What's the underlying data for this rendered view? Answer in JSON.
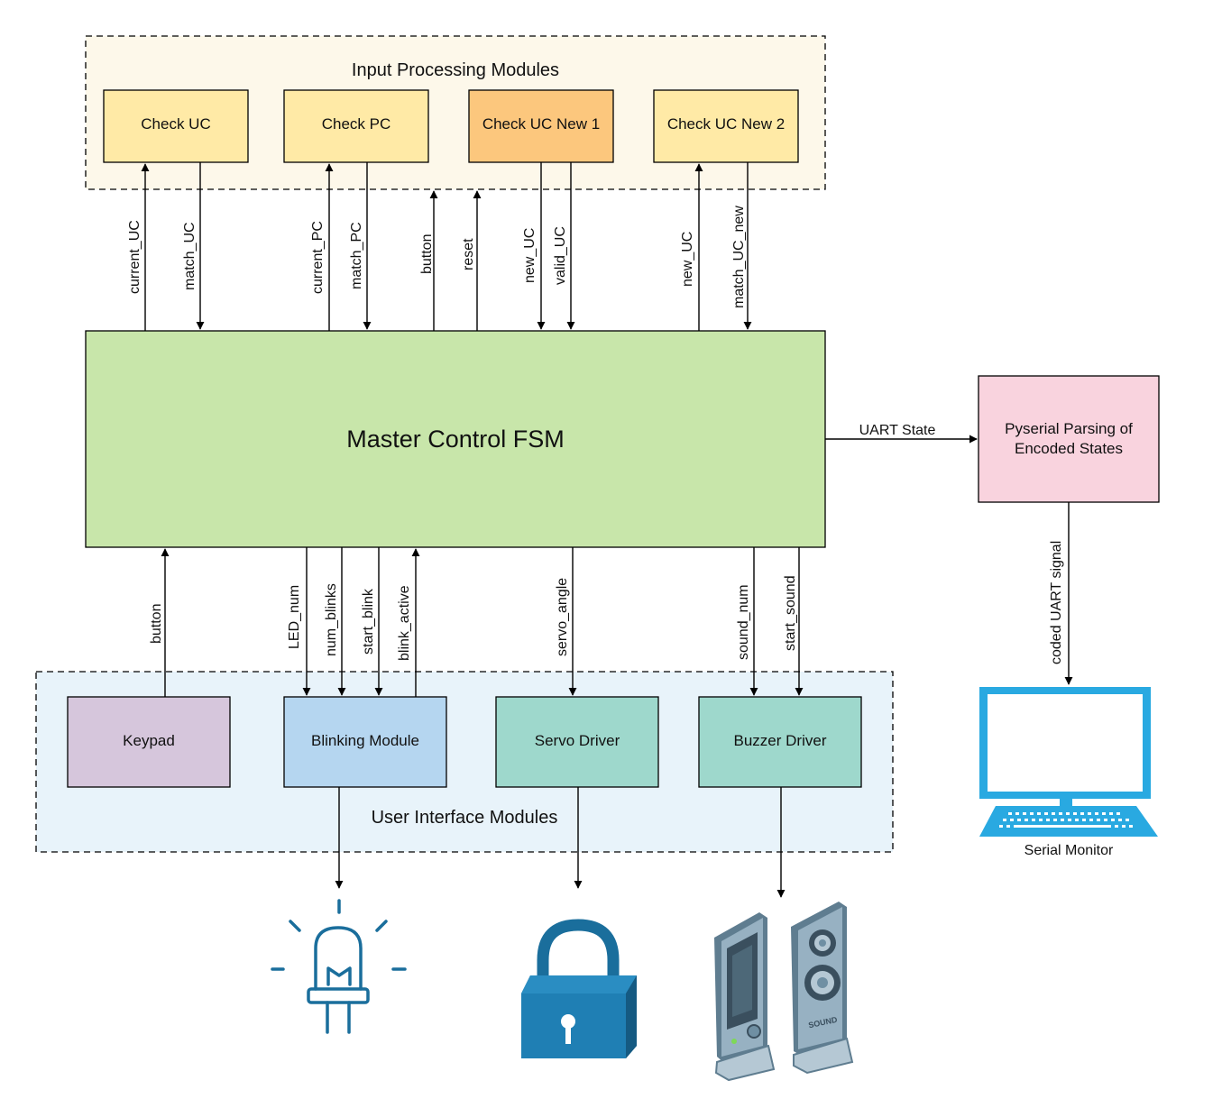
{
  "groups": {
    "input": "Input Processing Modules",
    "ui": "User Interface Modules"
  },
  "modules": {
    "check_uc": "Check UC",
    "check_pc": "Check PC",
    "check_uc_new1": "Check UC New 1",
    "check_uc_new2": "Check UC New 2",
    "master": "Master Control FSM",
    "pyserial": [
      "Pyserial Parsing of",
      "Encoded States"
    ],
    "keypad": "Keypad",
    "blinking": "Blinking Module",
    "servo": "Servo Driver",
    "buzzer": "Buzzer Driver"
  },
  "signals": {
    "current_uc": "current_UC",
    "match_uc": "match_UC",
    "current_pc": "current_PC",
    "match_pc": "match_PC",
    "button_top": "button",
    "reset": "reset",
    "new_uc_1": "new_UC",
    "valid_uc": "valid_UC",
    "new_uc_2": "new_UC",
    "match_uc_new": "match_UC_new",
    "uart_state": "UART State",
    "coded_uart": "coded UART signal",
    "button_bottom": "button",
    "led_num": "LED_num",
    "num_blinks": "num_blinks",
    "start_blink": "start_blink",
    "blink_active": "blink_active",
    "servo_angle": "servo_angle",
    "sound_num": "sound_num",
    "start_sound": "start_sound"
  },
  "devices": {
    "serial_monitor": "Serial Monitor",
    "speaker_brand": "SOUND"
  },
  "colors": {
    "input_group_bg": "#fdf8ea",
    "ui_group_bg": "#e8f3fa",
    "check_box": "#ffeaa6",
    "check_uc_new1": "#fcc77d",
    "master": "#c8e6aa",
    "pyserial": "#f9d3de",
    "keypad": "#d6c6dc",
    "blinking": "#b5d6f0",
    "driver": "#9ed8cc",
    "icon_blue": "#1a6e9c",
    "monitor_blue": "#29a9e1"
  }
}
